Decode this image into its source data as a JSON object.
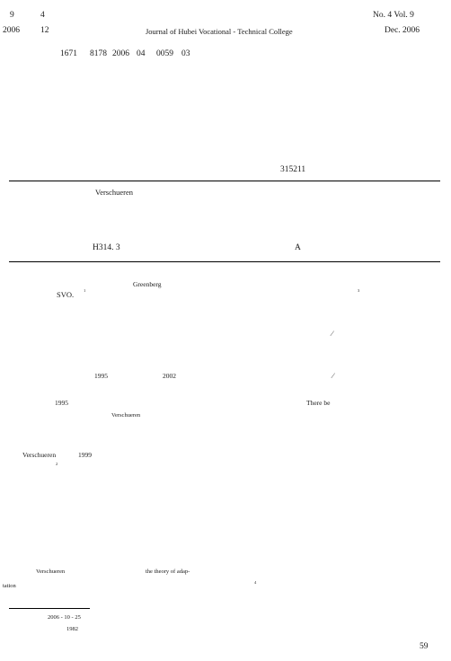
{
  "header": {
    "vol_num": "9",
    "issue_num": "4",
    "year": "2006",
    "month": "12",
    "journal": "Journal of Hubei Vocational - Technical College",
    "no_vol": "No. 4  Vol. 9",
    "date": "Dec. 2006"
  },
  "article_id": {
    "issn": "1671",
    "code": "8178",
    "year": "2006",
    "issue": "04",
    "start": "0059",
    "pages": "03"
  },
  "author_postcode": "315211",
  "abstract_name": "Verschueren",
  "classification": {
    "clc": "H314. 3",
    "doc_code": "A"
  },
  "body": {
    "greenberg": "Greenberg",
    "svo": "SVO.",
    "ref1": "1",
    "ref3": "3",
    "slash1": "⁄",
    "y1995": "1995",
    "y2002": "2002",
    "slash2": "⁄",
    "y1995b": "1995",
    "there_be": "There  be",
    "verschueren2": "Verschueren",
    "verschueren3": "Verschueren",
    "y1999": "1999",
    "ref2": "2",
    "verschueren4": "Verschueren",
    "theory": "the theory of adap-",
    "tation": "tation",
    "ref4": "4"
  },
  "footnote": {
    "date": "2006 - 10 - 25",
    "birth": "1982"
  },
  "page_number": "59"
}
